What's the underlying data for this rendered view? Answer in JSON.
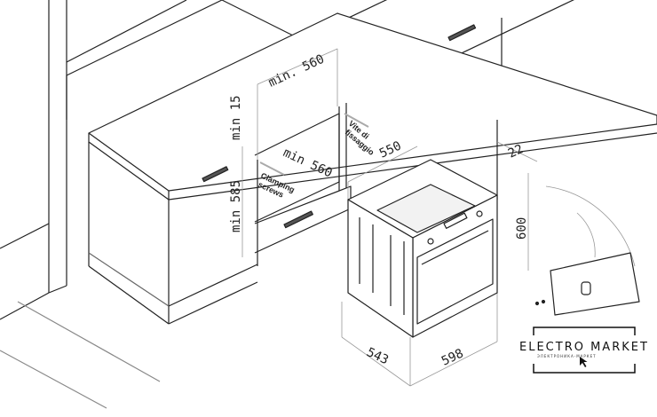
{
  "diagram": {
    "labels": {
      "min_width_top": "min. 560",
      "min_gap": "min 15",
      "min_height": "min 585",
      "min_width_inner": "min 560",
      "clamping_screws": [
        "Clamping",
        "screws"
      ],
      "vite_di_fissaggio": [
        "Vite di",
        "fissaggio"
      ]
    },
    "dimensions": {
      "depth_recess": "550",
      "front_thickness": "22",
      "height": "600",
      "depth": "543",
      "width": "598"
    },
    "logo": {
      "text": "ELECTRO MARKET",
      "subtitle": "ЭЛЕКТРОНИКА-МАРКЕТ"
    }
  }
}
